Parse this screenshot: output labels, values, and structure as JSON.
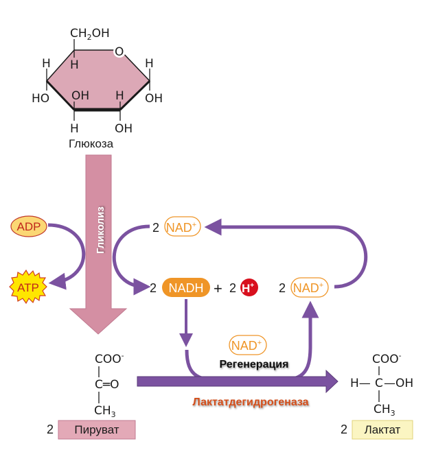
{
  "glucose": {
    "name": "Глюкоза",
    "ch2oh": "CH",
    "ch2oh_sub": "2",
    "ch2oh_tail": "OH",
    "ring_o": "O",
    "atoms": {
      "h_c4_top": "H",
      "h_c5": "H",
      "h_c1_top": "H",
      "ho_c4": "HO",
      "oh_c3": "OH",
      "h_c2": "H",
      "oh_c1": "OH",
      "h_c3_bottom": "H",
      "oh_c2_bottom": "OH"
    },
    "ring_color": "#dca8b6"
  },
  "glycolysis": {
    "label": "Гликолиз",
    "color": "#d48fa3"
  },
  "atp_cycle": {
    "input": "ADP",
    "output": "ATP"
  },
  "nad_cycle": {
    "coef_top": "2",
    "nad_top": "NAD",
    "nad_top_sup": "+",
    "coef_nadh": "2",
    "nadh": "NADH",
    "plus": "+",
    "coef_h": "2",
    "h": "H",
    "h_sup": "+",
    "coef_nad_right": "2",
    "nad_right": "NAD",
    "nad_right_sup": "+",
    "nad_mid": "NAD",
    "nad_mid_sup": "+",
    "regeneration": "Регенерация"
  },
  "enzyme": {
    "label": "Лактатдегидрогеназа",
    "color": "#d2501e"
  },
  "pyruvate": {
    "coo": "COO",
    "coo_sup": "-",
    "c_o": "C═O",
    "ch3": "CH",
    "ch3_sub": "3",
    "coef": "2",
    "name": "Пируват",
    "box_color": "#e3a9b7"
  },
  "lactate": {
    "coo": "COO",
    "coo_sup": "-",
    "h": "H—",
    "c": "C",
    "oh": "—OH",
    "ch3": "CH",
    "ch3_sub": "3",
    "coef": "2",
    "name": "Лактат",
    "box_color": "#fbf5c2"
  },
  "colors": {
    "arrow_purple": "#7b52a0",
    "nad_orange": "#ef9527",
    "h_red": "#d8101e"
  }
}
